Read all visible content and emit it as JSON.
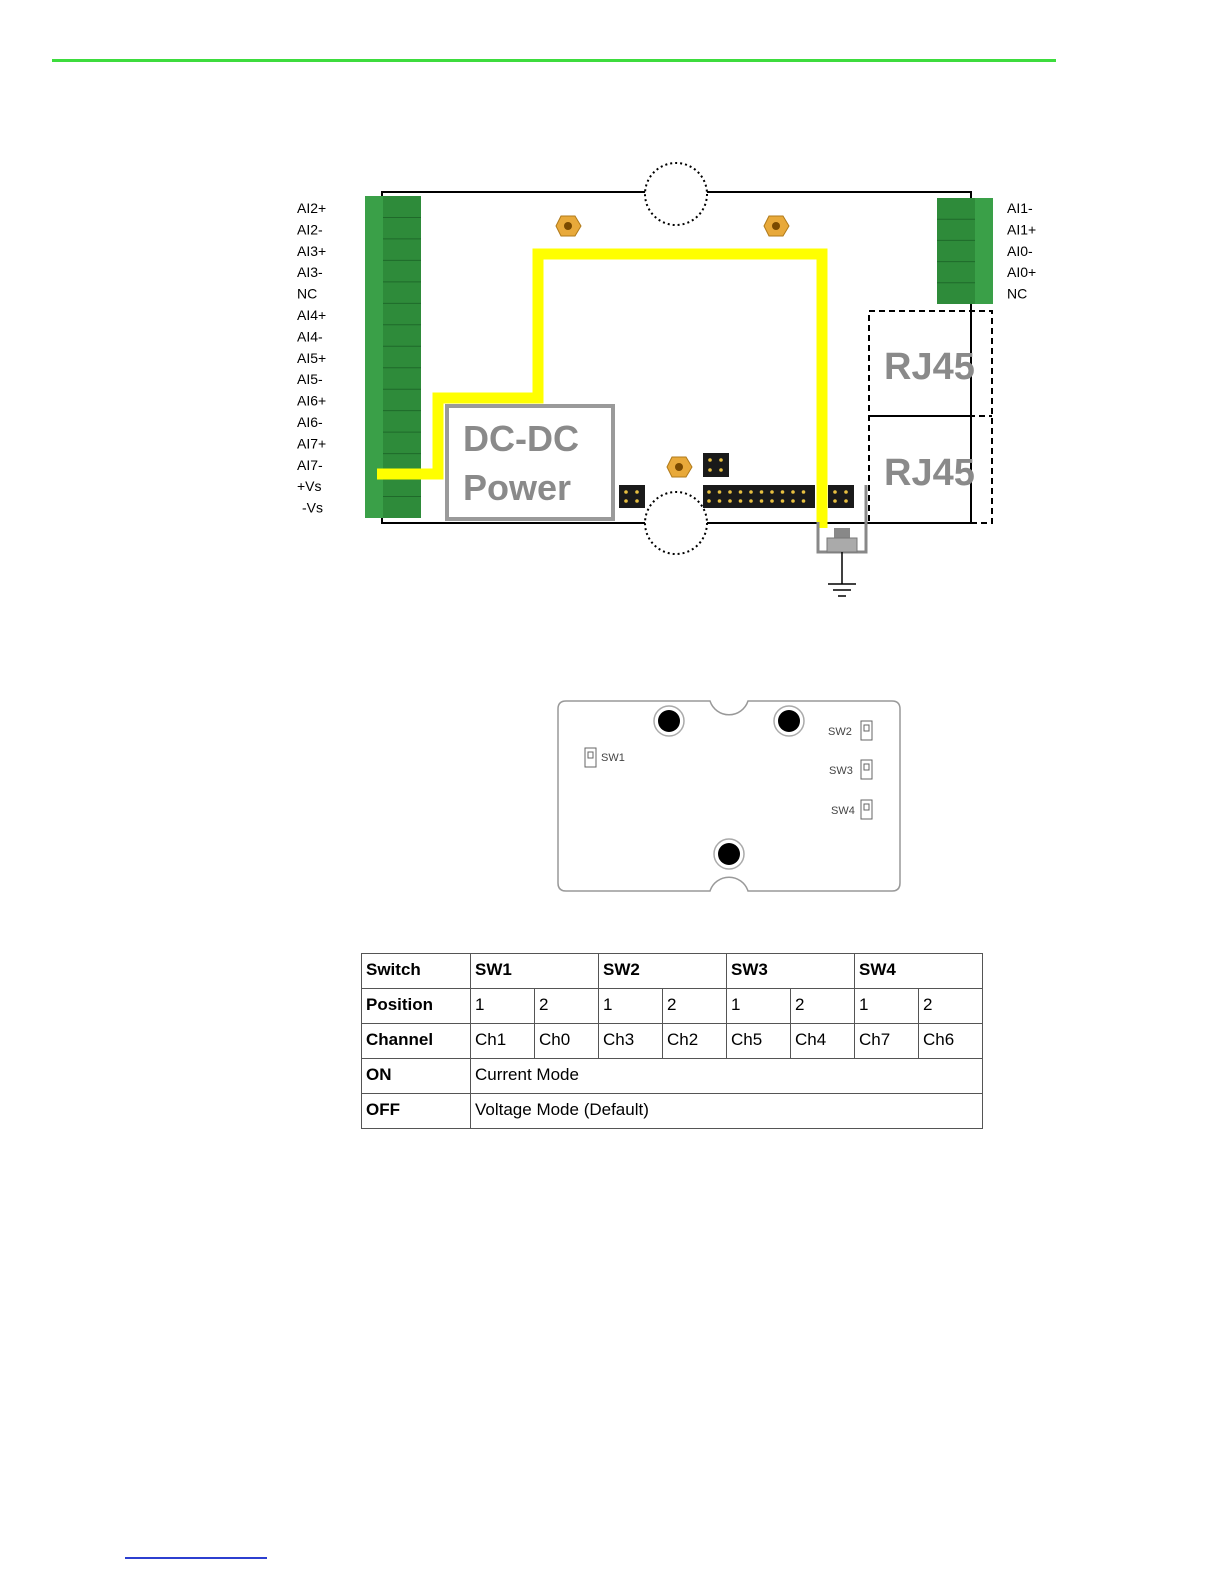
{
  "board": {
    "left_terminals": [
      "AI2+",
      "AI2-",
      "AI3+",
      "AI3-",
      "NC",
      "AI4+",
      "AI4-",
      "AI5+",
      "AI5-",
      "AI6+",
      "AI6-",
      "AI7+",
      "AI7-",
      "+Vs",
      "-Vs"
    ],
    "right_terminals": [
      "AI1-",
      "AI1+",
      "AI0-",
      "AI0+",
      "NC"
    ],
    "dcdc_line1": "DC-DC",
    "dcdc_line2": "Power",
    "rj45_top": "RJ45",
    "rj45_bottom": "RJ45",
    "colors": {
      "terminal_green": "#2e8b3a",
      "trace_yellow": "#ffff00",
      "standoff_gold": "#e8a93a"
    }
  },
  "switch_board": {
    "sw1": "SW1",
    "sw2": "SW2",
    "sw3": "SW3",
    "sw4": "SW4"
  },
  "table": {
    "header": {
      "label": "Switch",
      "groups": [
        "SW1",
        "SW2",
        "SW3",
        "SW4"
      ]
    },
    "position": {
      "label": "Position",
      "cells": [
        "1",
        "2",
        "1",
        "2",
        "1",
        "2",
        "1",
        "2"
      ]
    },
    "channel": {
      "label": "Channel",
      "cells": [
        "Ch1",
        "Ch0",
        "Ch3",
        "Ch2",
        "Ch5",
        "Ch4",
        "Ch7",
        "Ch6"
      ]
    },
    "on": {
      "label": "ON",
      "value": "Current Mode"
    },
    "off": {
      "label": "OFF",
      "value": "Voltage Mode (Default)"
    }
  }
}
